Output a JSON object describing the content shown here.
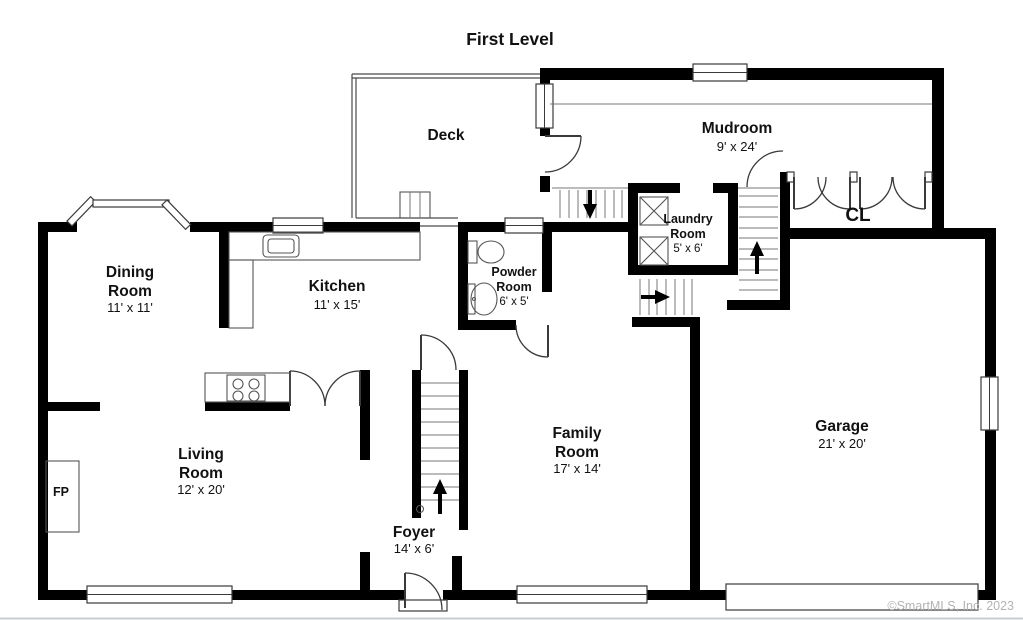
{
  "title": "First Level",
  "watermark": "©SmartMLS, Inc. 2023",
  "colors": {
    "wall": "#000000",
    "line": "#3a3a3a",
    "thin": "#777777",
    "text": "#111111",
    "watermark": "#b3b3b3",
    "bg": "#ffffff",
    "edge": "#c9ced6"
  },
  "rooms": {
    "deck": {
      "name": "Deck"
    },
    "mudroom": {
      "name": "Mudroom",
      "dims": "9' x 24'"
    },
    "dining": {
      "line1": "Dining",
      "line2": "Room",
      "dims": "11' x 11'"
    },
    "kitchen": {
      "name": "Kitchen",
      "dims": "11' x 15'"
    },
    "powder": {
      "line1": "Powder",
      "line2": "Room",
      "dims": "6' x 5'"
    },
    "laundry": {
      "line1": "Laundry",
      "line2": "Room",
      "dims": "5' x 6'"
    },
    "closet": {
      "name": "CL"
    },
    "living": {
      "line1": "Living",
      "line2": "Room",
      "dims": "12' x 20'"
    },
    "foyer": {
      "name": "Foyer",
      "dims": "14' x 6'"
    },
    "family": {
      "line1": "Family",
      "line2": "Room",
      "dims": "17' x 14'"
    },
    "garage": {
      "name": "Garage",
      "dims": "21' x 20'"
    },
    "fireplace": {
      "name": "FP"
    }
  }
}
